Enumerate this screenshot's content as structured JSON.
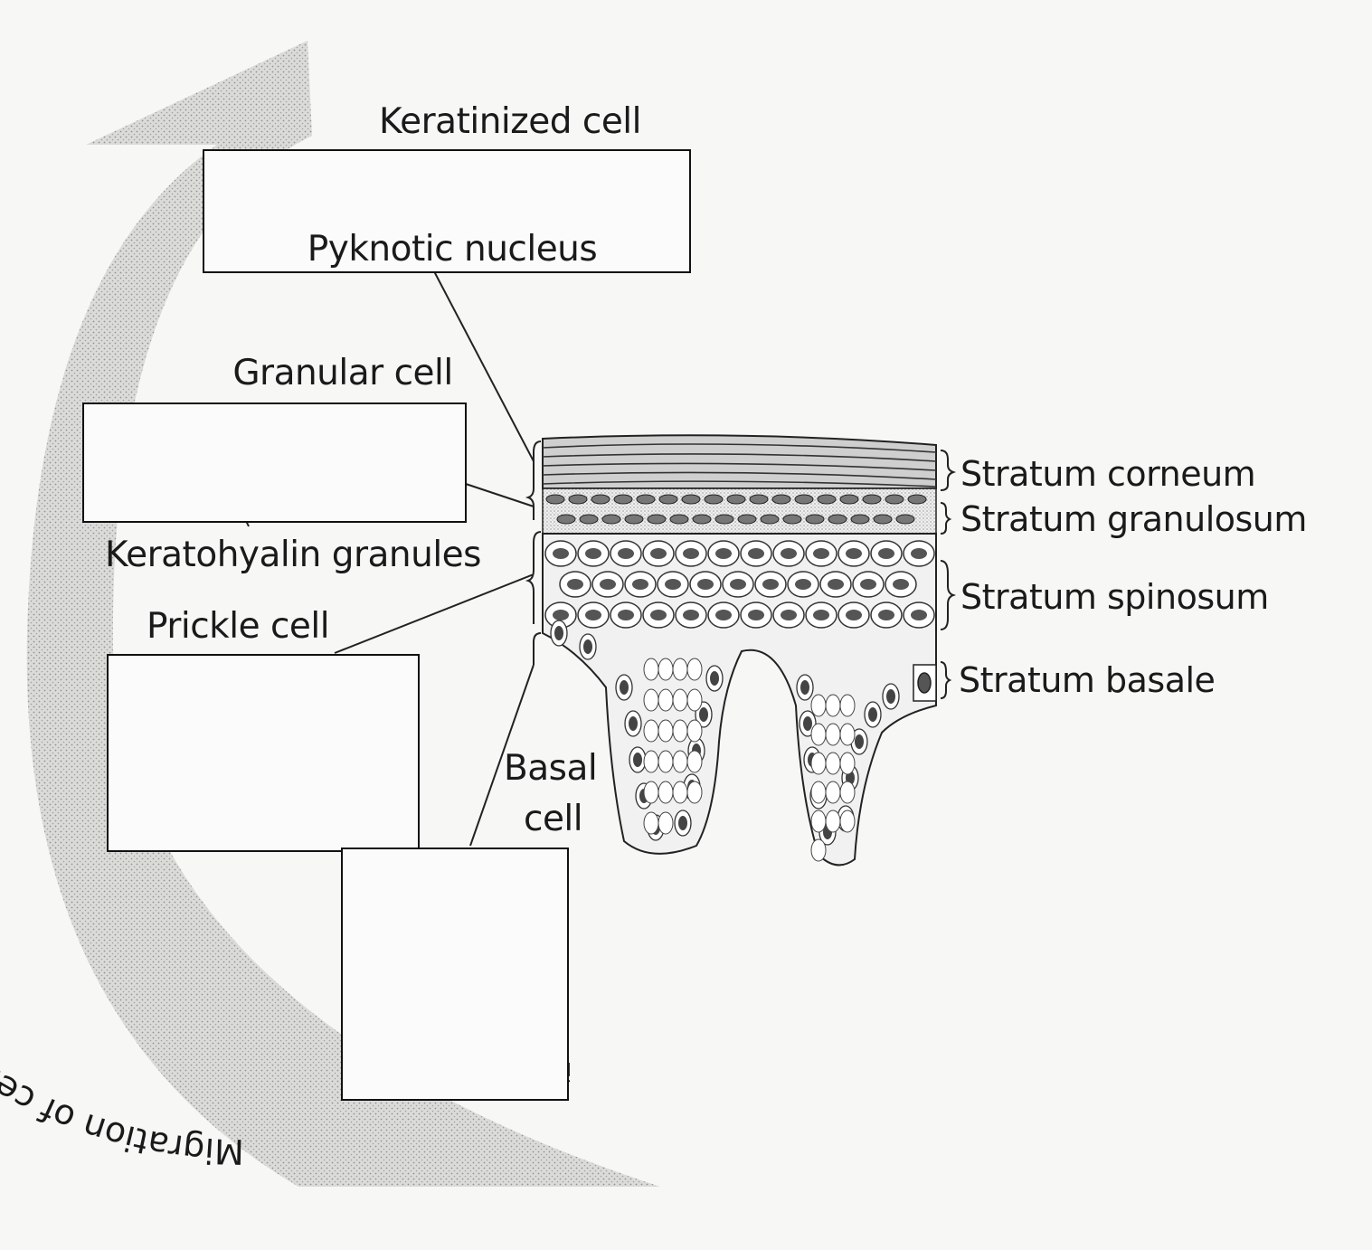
{
  "arrow_caption": "Migration of cells from basal layer to gingival sulcus",
  "cells": {
    "keratinized": {
      "title": "Keratinized cell",
      "callout": "Pyknotic nucleus"
    },
    "granular": {
      "title": "Granular cell",
      "callout": "Keratohyalin granules"
    },
    "prickle": {
      "title": "Prickle cell"
    },
    "basal": {
      "title_line1": "Basal",
      "title_line2": "cell"
    }
  },
  "strata": [
    {
      "name": "Stratum corneum"
    },
    {
      "name": "Stratum granulosum"
    },
    {
      "name": "Stratum spinosum"
    },
    {
      "name": "Stratum basale"
    }
  ]
}
